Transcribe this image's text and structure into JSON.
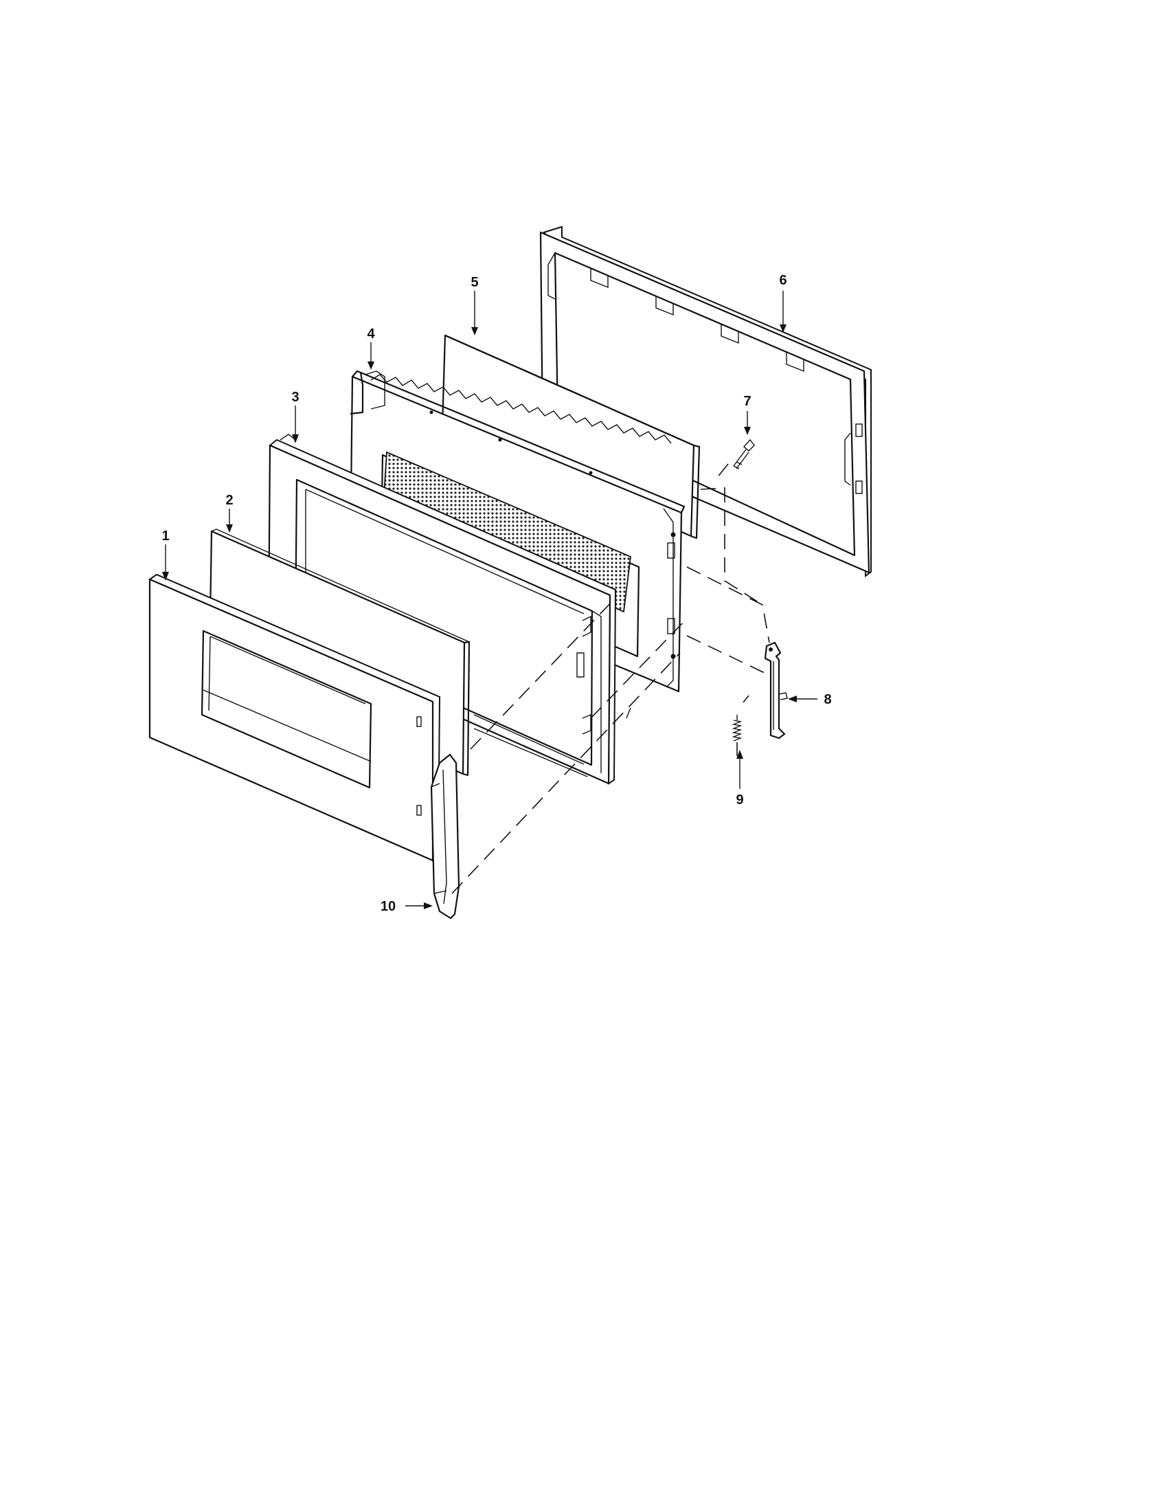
{
  "diagram": {
    "parts": [
      {
        "id": "part-1",
        "label": "1"
      },
      {
        "id": "part-2",
        "label": "2"
      },
      {
        "id": "part-3",
        "label": "3"
      },
      {
        "id": "part-4",
        "label": "4"
      },
      {
        "id": "part-5",
        "label": "5"
      },
      {
        "id": "part-6",
        "label": "6"
      },
      {
        "id": "part-7",
        "label": "7"
      },
      {
        "id": "part-8",
        "label": "8"
      },
      {
        "id": "part-9",
        "label": "9"
      },
      {
        "id": "part-10",
        "label": "10"
      }
    ]
  }
}
